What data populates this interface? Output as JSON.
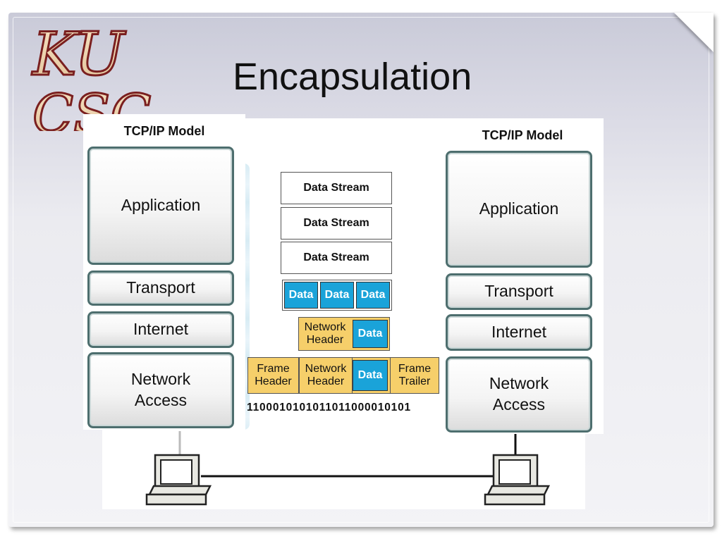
{
  "slide": {
    "title": "Encapsulation"
  },
  "logo": {
    "line1": "KU",
    "line2": "CSC"
  },
  "left_stack": {
    "title": "TCP/IP Model",
    "layers": [
      "Application",
      "Transport",
      "Internet",
      "Network\nAccess"
    ]
  },
  "right_stack": {
    "title": "TCP/IP Model",
    "layers": [
      "Application",
      "Transport",
      "Internet",
      "Network\nAccess"
    ]
  },
  "pdu": {
    "data_stream": "Data Stream",
    "segments": [
      "Data",
      "Data",
      "Data"
    ],
    "packet_header": "Network\nHeader",
    "packet_data": "Data",
    "frame_header": "Frame\nHeader",
    "frame_network_header": "Network\nHeader",
    "frame_data": "Data",
    "frame_trailer": "Frame\nTrailer",
    "bits": "1100010101011011000010101"
  },
  "colors": {
    "data_blue": "#1aa3d9",
    "header_yellow": "#f6cf6a",
    "layer_border": "#4d6e6e"
  },
  "icons": {
    "hosts": [
      "computer-icon",
      "computer-icon"
    ]
  }
}
